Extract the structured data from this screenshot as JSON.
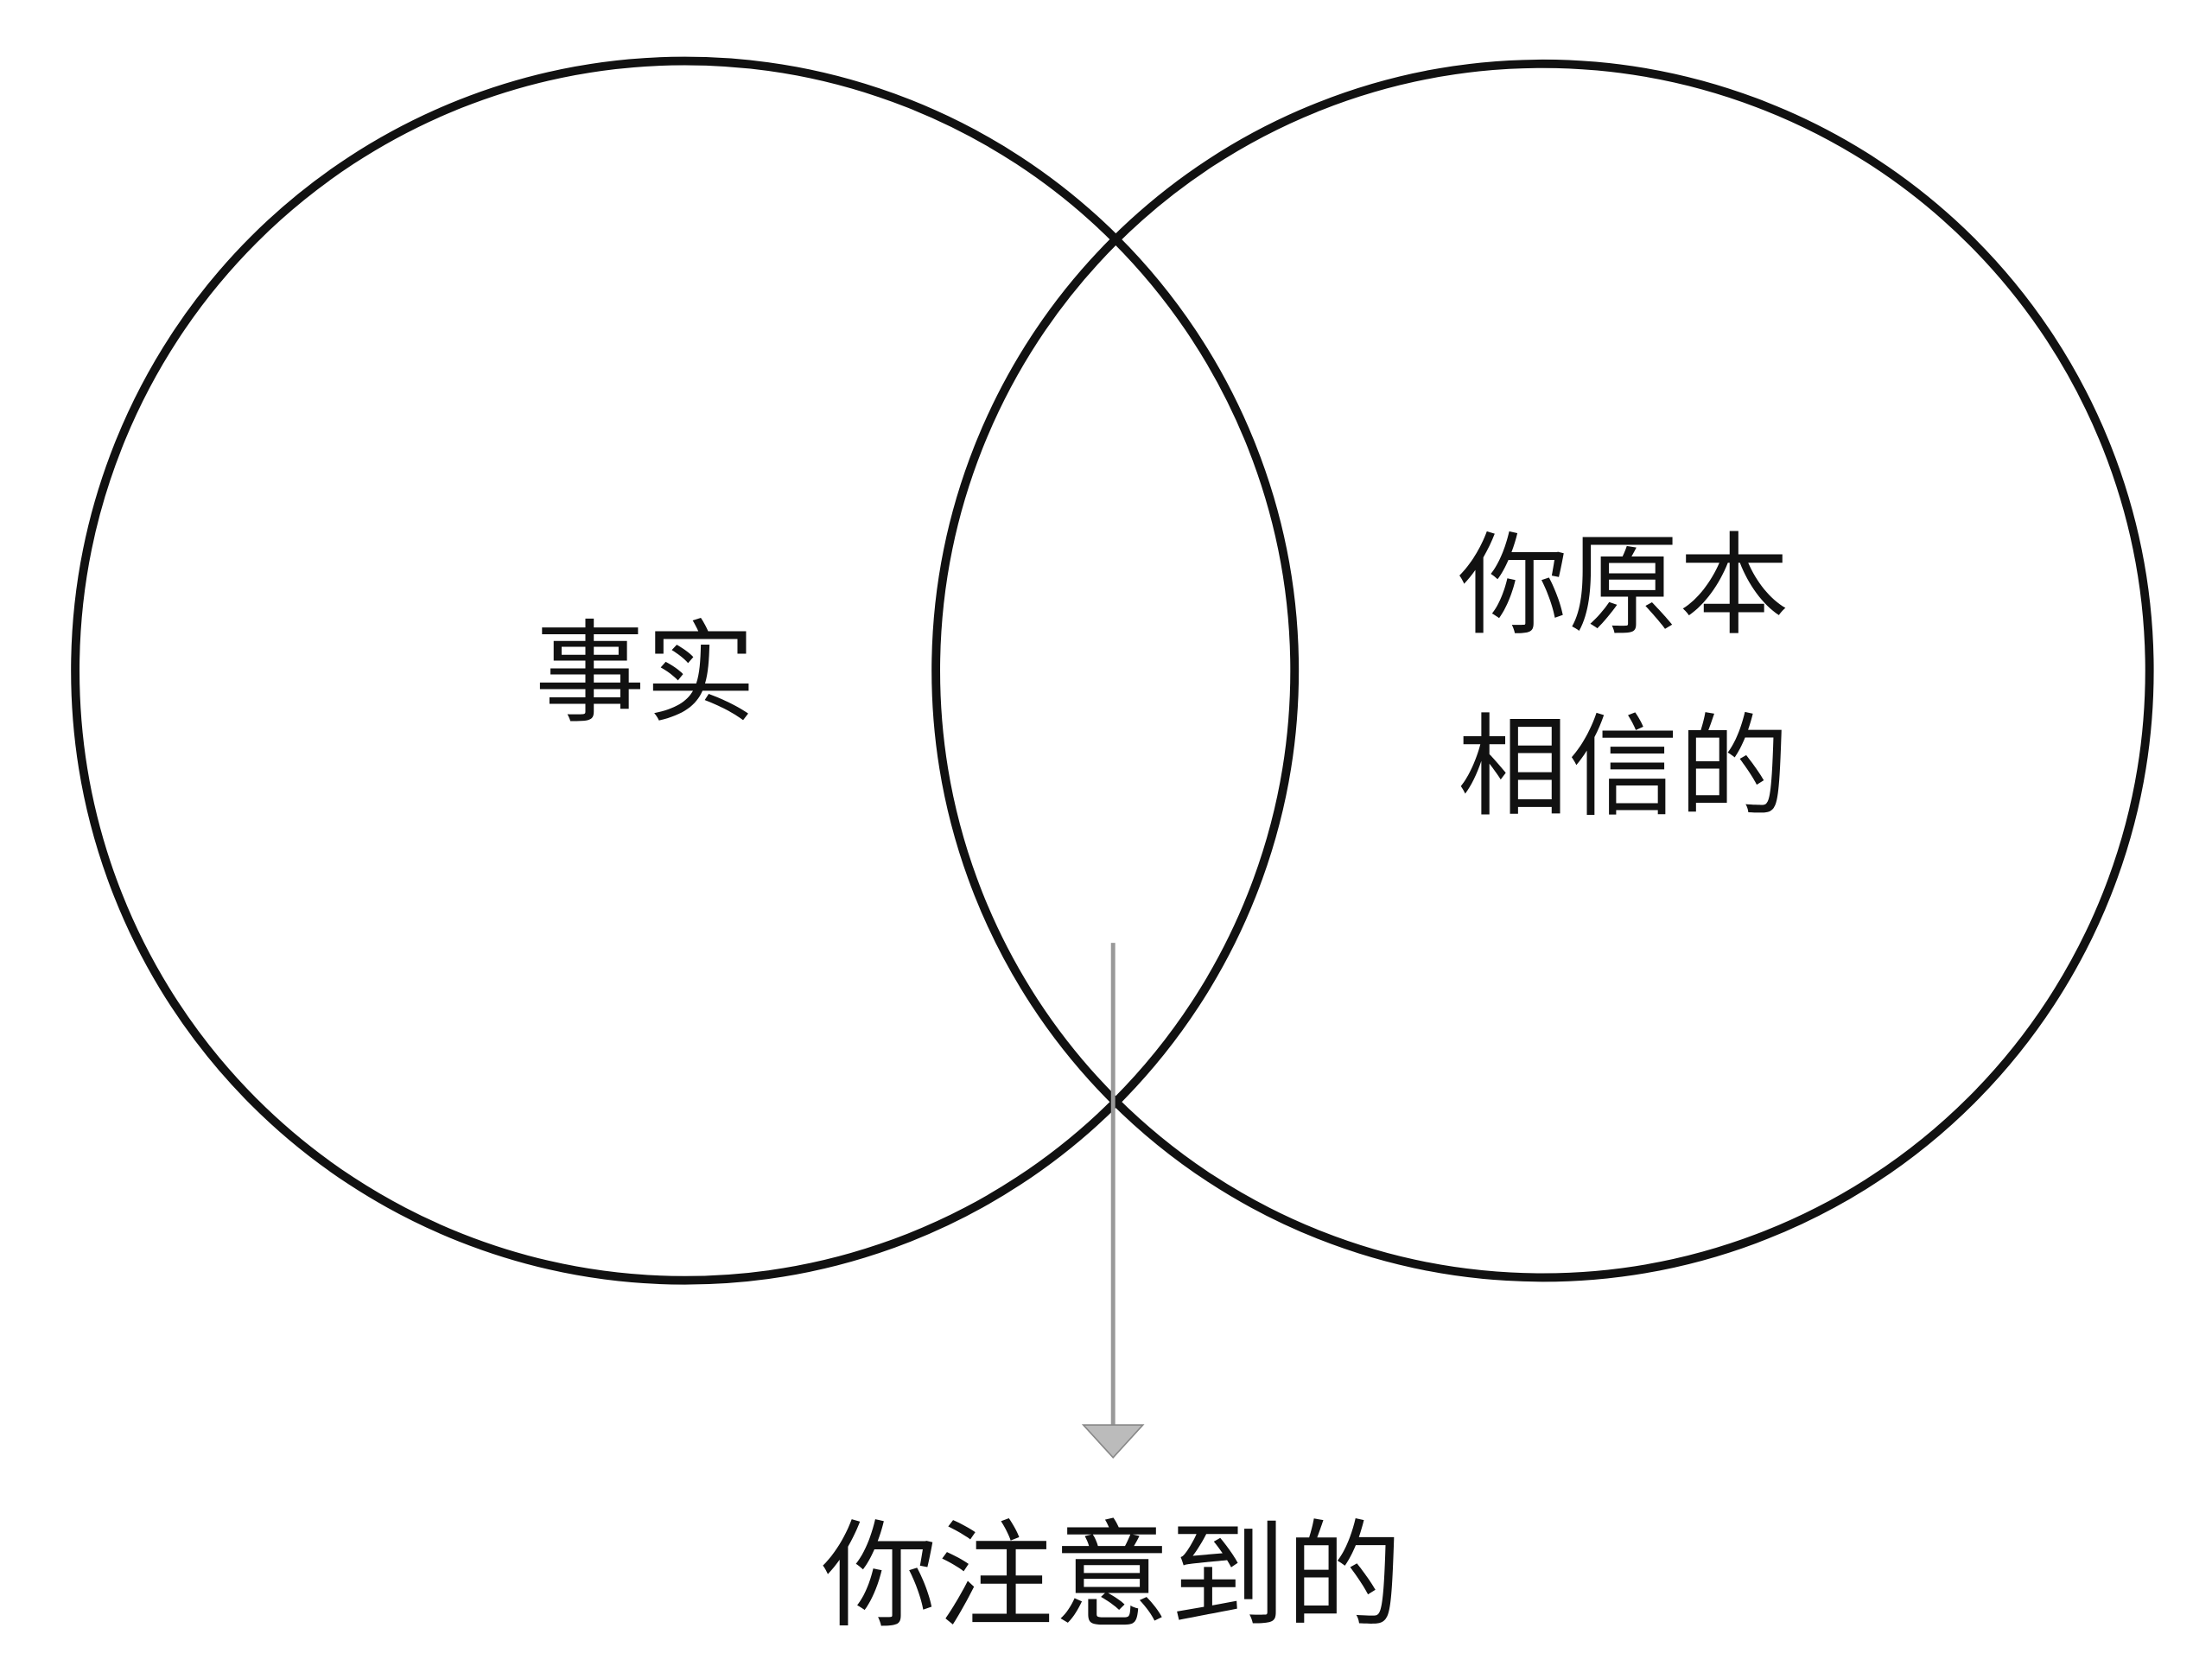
{
  "diagram": {
    "type": "venn",
    "left_circle": {
      "label": "事实"
    },
    "right_circle": {
      "label_lines": [
        "你原本",
        "相信的"
      ]
    },
    "intersection_callout": {
      "label": "你注意到的"
    },
    "colors": {
      "stroke": "#111111",
      "arrow": "#999999",
      "arrowhead": "#bbbbbb",
      "background": "#ffffff"
    }
  }
}
